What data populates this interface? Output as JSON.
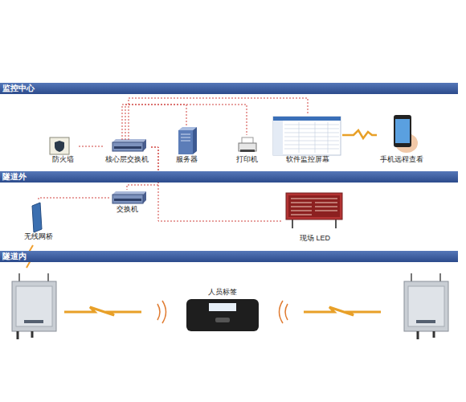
{
  "diagram": {
    "nodes": [
      {
        "text": [
          "监控中心"
        ]
      },
      {
        "text": [
          "防火墙"
        ]
      },
      {
        "text": [
          "核心层交换机"
        ]
      },
      {
        "text": [
          "服务器"
        ]
      },
      {
        "text": [
          "打印机"
        ]
      },
      {
        "text": [
          "软件监控屏幕"
        ]
      },
      {
        "text": [
          "手机远程查看"
        ]
      },
      {
        "text": [
          "隧道外"
        ]
      },
      {
        "text": [
          "交换机"
        ]
      },
      {
        "text": [
          "无线网桥"
        ]
      },
      {
        "text": [
          "现场 LED"
        ]
      },
      {
        "text": [
          "隧道内"
        ]
      },
      {
        "text": [
          "人员标签"
        ]
      }
    ],
    "edges": [
      {
        "from": 1,
        "to": 2,
        "arrow": "none"
      },
      {
        "from": 2,
        "to": 3,
        "arrow": "none"
      },
      {
        "from": 2,
        "to": 4,
        "arrow": "none"
      },
      {
        "from": 2,
        "to": 5,
        "arrow": "none"
      },
      {
        "from": 5,
        "to": 6,
        "arrow": "none"
      },
      {
        "from": 2,
        "to": 8,
        "arrow": "none"
      },
      {
        "from": 2,
        "to": 10,
        "arrow": "none"
      },
      {
        "from": 8,
        "to": 9,
        "arrow": "none"
      }
    ]
  }
}
